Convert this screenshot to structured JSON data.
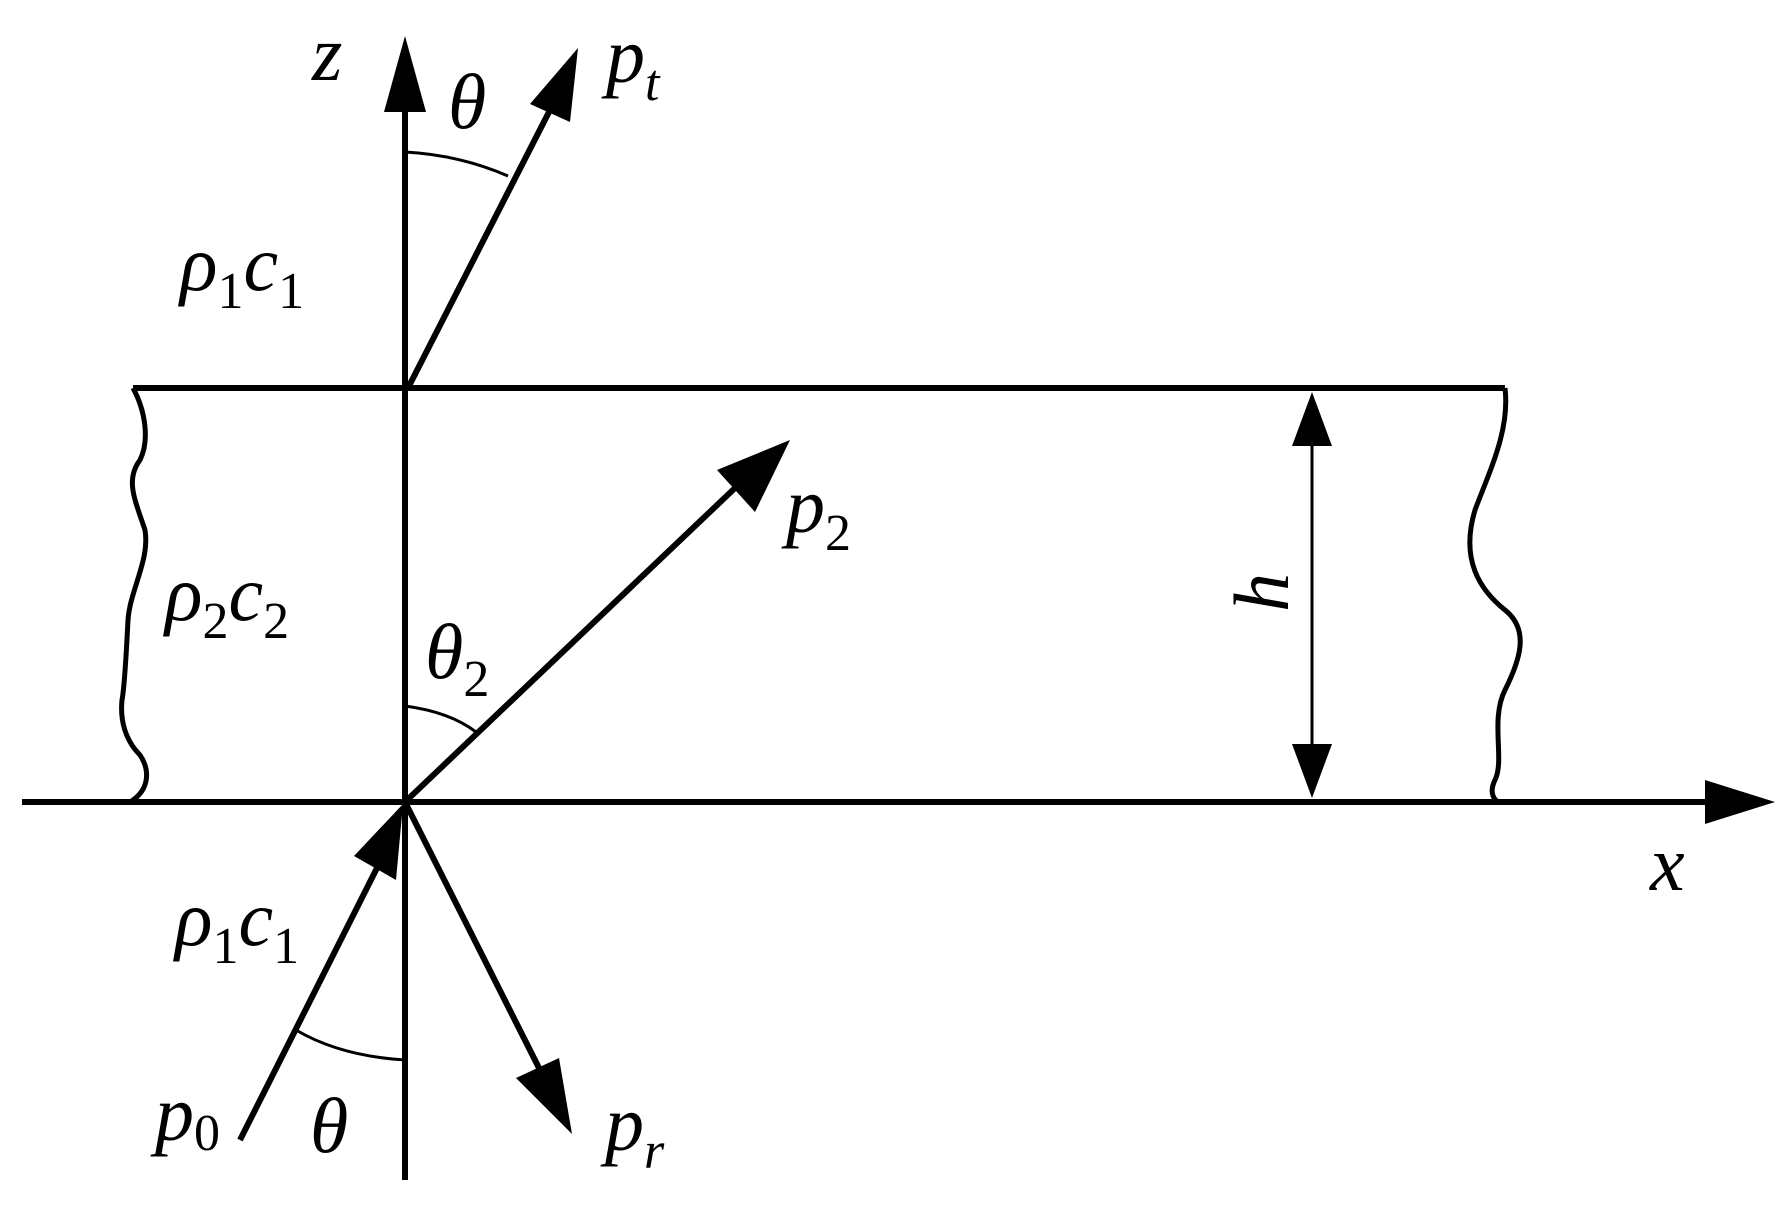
{
  "labels": {
    "z_axis": "z",
    "x_axis": "x",
    "theta_top": "θ",
    "theta_bottom": "θ",
    "theta2_base": "θ",
    "theta2_sub": "2",
    "pt_base": "p",
    "pt_sub": "t",
    "p2_base": "p",
    "p2_sub": "2",
    "p0_base": "p",
    "p0_sub": "0",
    "pr_base": "p",
    "pr_sub": "r",
    "h": "h",
    "medium_top_rho": "ρ",
    "medium_top_rho_sub": "1",
    "medium_top_c": "c",
    "medium_top_c_sub": "1",
    "medium_mid_rho": "ρ",
    "medium_mid_rho_sub": "2",
    "medium_mid_c": "c",
    "medium_mid_c_sub": "2",
    "medium_bot_rho": "ρ",
    "medium_bot_rho_sub": "1",
    "medium_bot_c": "c",
    "medium_bot_c_sub": "1"
  },
  "colors": {
    "stroke": "#000000",
    "background": "#ffffff"
  }
}
